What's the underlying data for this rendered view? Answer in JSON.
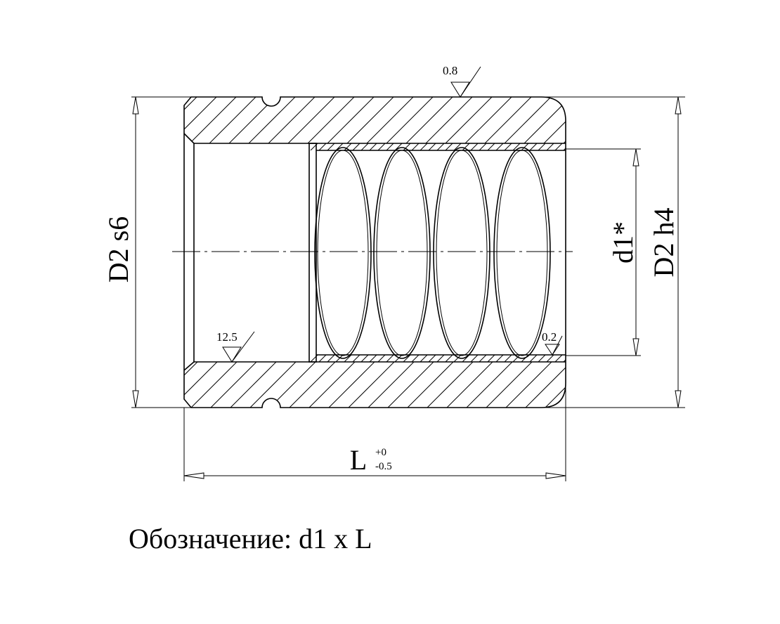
{
  "drawing": {
    "dims": {
      "outer_left": "D2 s6",
      "inner": "d1*",
      "outer_right": "D2 h4",
      "length": "L",
      "length_tol_upper": "+0",
      "length_tol_lower": "-0.5"
    },
    "roughness": {
      "top": "0.8",
      "bore_left": "12.5",
      "bore_right": "0.2"
    },
    "caption": "Обозначение: d1 x L"
  }
}
